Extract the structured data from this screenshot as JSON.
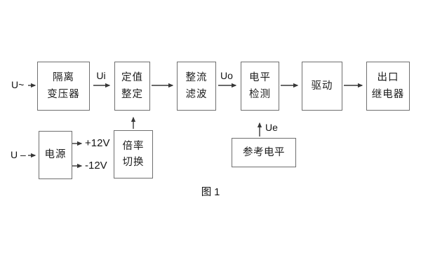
{
  "diagram": {
    "caption": "图 1",
    "background": "#ffffff",
    "box_border_color": "#6f6f6f",
    "wire_color": "#383838",
    "text_color": "#1c1c1c"
  },
  "inputs": {
    "ac": "U~",
    "dc": "U –"
  },
  "signals": {
    "ui": "Ui",
    "uo": "Uo",
    "ue": "Ue",
    "plus12v": "+12V",
    "minus12v": "-12V"
  },
  "blocks": {
    "isolation_transformer": {
      "lines": [
        "隔离",
        "变压器"
      ]
    },
    "setting_adjust": {
      "lines": [
        "定值",
        "整定"
      ]
    },
    "rectifier_filter": {
      "lines": [
        "整流",
        "滤波"
      ]
    },
    "level_detect": {
      "lines": [
        "电平",
        "检测"
      ]
    },
    "driver": {
      "lines": [
        "驱动"
      ]
    },
    "output_relay": {
      "lines": [
        "出口",
        "继电器"
      ]
    },
    "power_supply": {
      "lines": [
        "电源"
      ]
    },
    "ratio_switch": {
      "lines": [
        "倍率",
        "切换"
      ]
    },
    "reference_level": {
      "lines": [
        "参考电平"
      ]
    }
  }
}
